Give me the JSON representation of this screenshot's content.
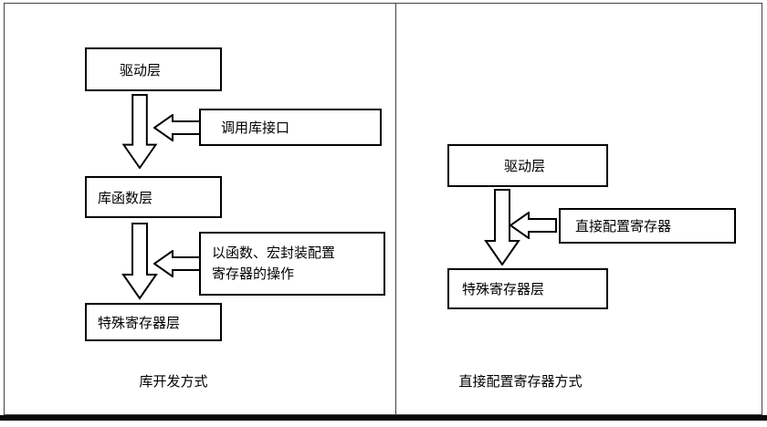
{
  "left_panel": {
    "driver_box": "驱动层",
    "call_api_box": "调用库接口",
    "library_box": "库函数层",
    "macro_box_line1": "以函数、宏封装配置",
    "macro_box_line2": "寄存器的操作",
    "register_box": "特殊寄存器层",
    "caption": "库开发方式"
  },
  "right_panel": {
    "driver_box": "驱动层",
    "direct_config_box": "直接配置寄存器",
    "register_box": "特殊寄存器层",
    "caption": "直接配置寄存器方式"
  }
}
